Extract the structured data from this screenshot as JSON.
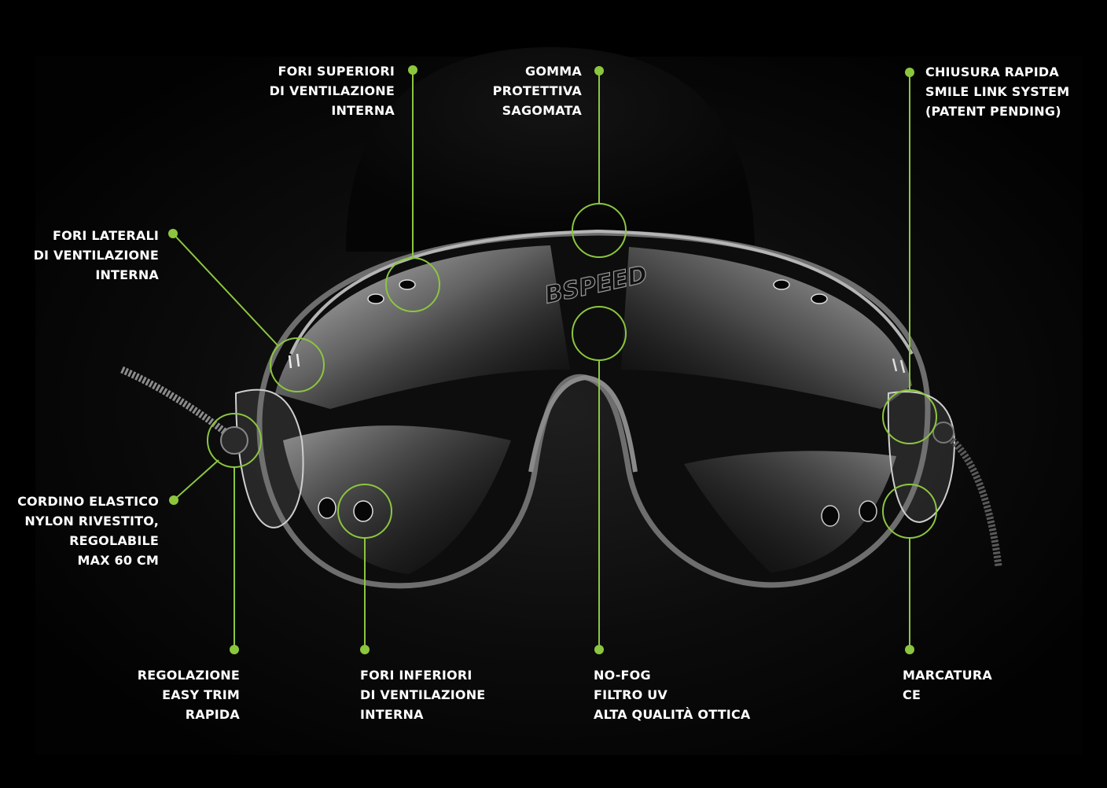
{
  "colors": {
    "accent": "#8cc63f",
    "background": "#000000",
    "text": "#ffffff"
  },
  "product_logo": "BSPEED",
  "callouts": {
    "top_holes": [
      "FORI SUPERIORI",
      "DI VENTILAZIONE",
      "INTERNA"
    ],
    "rubber": [
      "GOMMA",
      "PROTETTIVA",
      "SAGOMATA"
    ],
    "quick_closure": [
      "CHIUSURA RAPIDA",
      "SMILE LINK SYSTEM",
      "(PATENT PENDING)"
    ],
    "side_holes": [
      "FORI LATERALI",
      "DI VENTILAZIONE",
      "INTERNA"
    ],
    "elastic_cord": [
      "CORDINO ELASTICO",
      "NYLON RIVESTITO,",
      "REGOLABILE",
      "MAX 60 CM"
    ],
    "easy_trim": [
      "REGOLAZIONE",
      "EASY TRIM",
      "RAPIDA"
    ],
    "bottom_holes": [
      "FORI INFERIORI",
      "DI VENTILAZIONE",
      "INTERNA"
    ],
    "lens": [
      "NO-FOG",
      "FILTRO UV",
      "ALTA QUALITÀ OTTICA"
    ],
    "marking": [
      "MARCATURA",
      "CE"
    ]
  }
}
